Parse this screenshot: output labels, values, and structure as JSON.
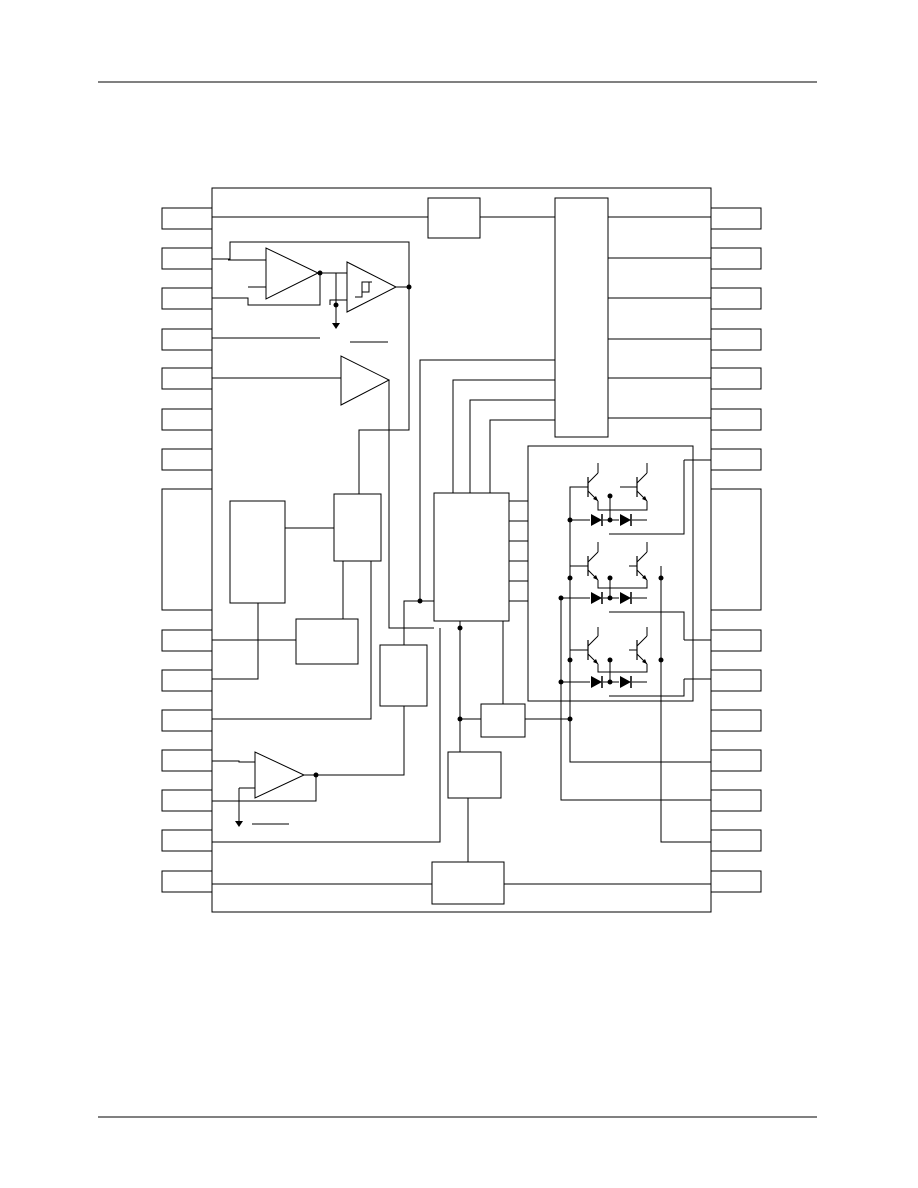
{
  "page": {
    "background": "#ffffff",
    "line_color": "#000000"
  },
  "diagram": {
    "type": "block-diagram",
    "left_pin_count": 17,
    "right_pin_count": 17,
    "tall_pins": [
      "left-pin-8",
      "right-pin-8"
    ],
    "blocks": [
      {
        "id": "top-center-block",
        "kind": "rectangle",
        "label": ""
      },
      {
        "id": "right-tall-block",
        "kind": "rectangle",
        "label": ""
      },
      {
        "id": "comparator-1",
        "kind": "op-amp",
        "label": ""
      },
      {
        "id": "schmitt-buffer",
        "kind": "schmitt-trigger",
        "label": ""
      },
      {
        "id": "amplifier-2",
        "kind": "op-amp",
        "label": ""
      },
      {
        "id": "left-tall-block",
        "kind": "rectangle",
        "label": ""
      },
      {
        "id": "mid-block",
        "kind": "rectangle",
        "label": ""
      },
      {
        "id": "small-block",
        "kind": "rectangle",
        "label": ""
      },
      {
        "id": "logic-block",
        "kind": "rectangle",
        "label": ""
      },
      {
        "id": "vertical-block",
        "kind": "rectangle",
        "label": ""
      },
      {
        "id": "sense-block",
        "kind": "rectangle",
        "label": ""
      },
      {
        "id": "bottom-mid-block",
        "kind": "rectangle",
        "label": ""
      },
      {
        "id": "bottom-center-block",
        "kind": "rectangle",
        "label": ""
      },
      {
        "id": "comparator-3",
        "kind": "op-amp",
        "label": ""
      },
      {
        "id": "output-bridge",
        "kind": "three-phase-transistor-bridge",
        "label": ""
      }
    ],
    "text_labels": []
  }
}
